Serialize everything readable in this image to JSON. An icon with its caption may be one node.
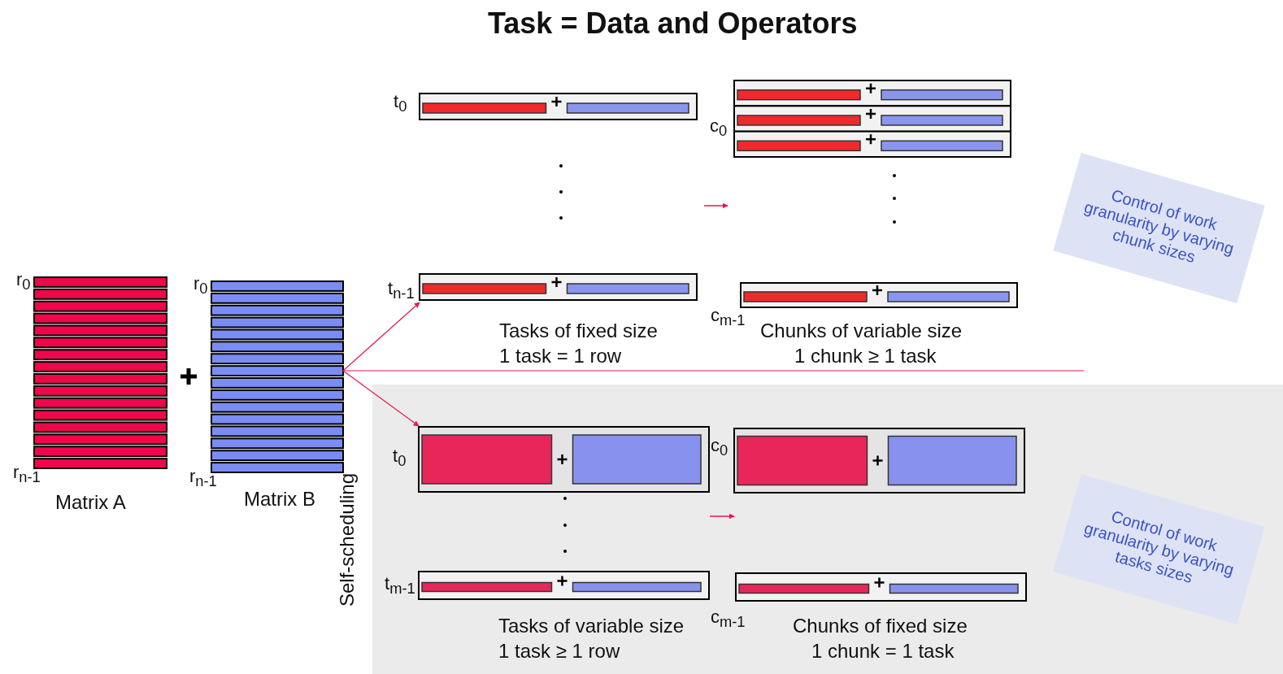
{
  "diagram": {
    "title": "Task = Data and Operators",
    "nodes": [
      {
        "text": [
          "Matrix A"
        ],
        "beside": [
          "r$_{0}$",
          "r$_{n-1}$"
        ]
      },
      {
        "text": [
          "Matrix B"
        ],
        "beside": [
          "r$_{0}$",
          "r$_{n-1}$"
        ]
      },
      {
        "text": [
          "t$_{0}$"
        ]
      },
      {
        "text": [
          "t$_{n-1}$"
        ]
      },
      {
        "text": [
          "c$_{0}$"
        ]
      },
      {
        "text": [
          "c$_{m-1}$"
        ]
      },
      {
        "text": [
          "Control of work granularity by varying chunk sizes"
        ]
      },
      {
        "text": [
          "t$_{0}$"
        ]
      },
      {
        "text": [
          "c$_{0}$"
        ]
      },
      {
        "text": [
          "t$_{m-1}$"
        ]
      },
      {
        "text": [
          "c$_{m-1}$"
        ]
      },
      {
        "text": [
          "Control of work granularity by varying tasks sizes"
        ]
      }
    ],
    "edges": [
      {
        "from": 1,
        "to": 3,
        "arrow": "to"
      },
      {
        "from": 1,
        "to": null,
        "arrow": "none"
      },
      {
        "from": 1,
        "to": 7,
        "arrow": "to"
      }
    ],
    "labels": [
      "Tasks of fixed size",
      "1 task = 1 row",
      "Chunks of variable size",
      "1 chunk ≥ 1 task",
      "Self-scheduling",
      "Tasks of variable size",
      "1 task ≥ 1 row",
      "Chunks of fixed size",
      "1 chunk = 1 task"
    ]
  }
}
